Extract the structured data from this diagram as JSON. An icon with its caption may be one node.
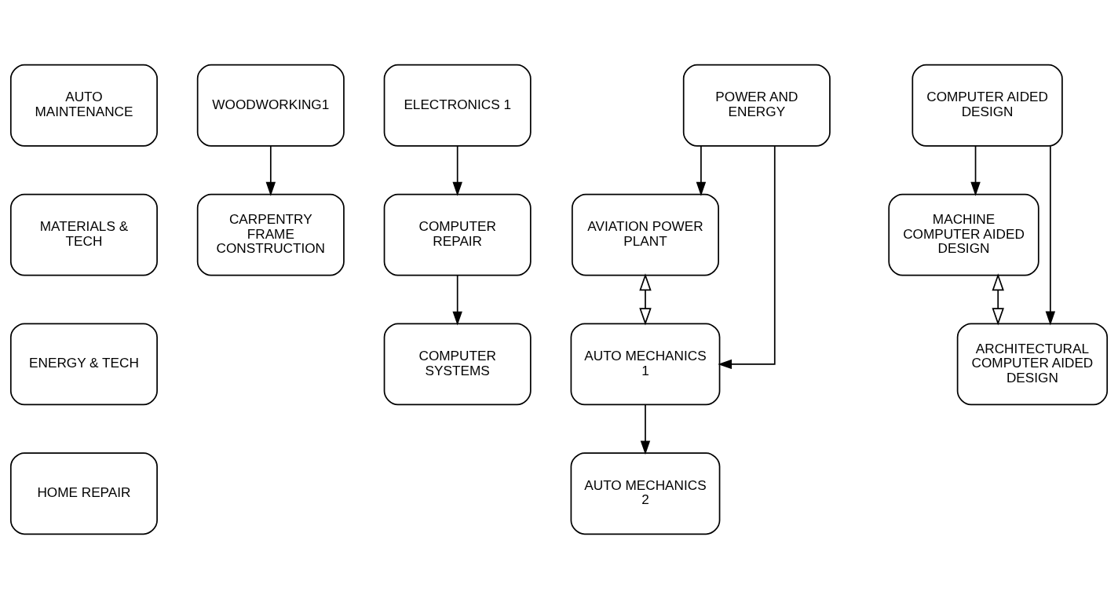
{
  "diagram": {
    "nodes": [
      {
        "text": [
          "AUTO MAINTENANCE"
        ]
      },
      {
        "text": [
          "MATERIALS & TECH"
        ]
      },
      {
        "text": [
          "ENERGY & TECH"
        ]
      },
      {
        "text": [
          "HOME REPAIR"
        ]
      },
      {
        "text": [
          "WOODWORKING1"
        ]
      },
      {
        "text": [
          "CARPENTRY FRAME CONSTRUCTION"
        ]
      },
      {
        "text": [
          "ELECTRONICS 1"
        ]
      },
      {
        "text": [
          "COMPUTER REPAIR"
        ]
      },
      {
        "text": [
          "COMPUTER SYSTEMS"
        ]
      },
      {
        "text": [
          "POWER AND ENERGY"
        ]
      },
      {
        "text": [
          "AVIATION POWER PLANT"
        ]
      },
      {
        "text": [
          "AUTO MECHANICS 1"
        ]
      },
      {
        "text": [
          "AUTO MECHANICS 2"
        ]
      },
      {
        "text": [
          "COMPUTER AIDED DESIGN"
        ]
      },
      {
        "text": [
          "MACHINE COMPUTER AIDED DESIGN"
        ]
      },
      {
        "text": [
          "ARCHITECTURAL COMPUTER AIDED DESIGN"
        ]
      }
    ],
    "edges": [
      {
        "from": 4,
        "to": 5,
        "arrow": "to"
      },
      {
        "from": 6,
        "to": 7,
        "arrow": "to"
      },
      {
        "from": 7,
        "to": 8,
        "arrow": "to"
      },
      {
        "from": 9,
        "to": 11,
        "arrow": "to"
      },
      {
        "from": 9,
        "to": 10,
        "arrow": "to"
      },
      {
        "from": 10,
        "to": 11,
        "arrow": "both"
      },
      {
        "from": 11,
        "to": 12,
        "arrow": "to"
      },
      {
        "from": 13,
        "to": 14,
        "arrow": "to"
      },
      {
        "from": 13,
        "to": 15,
        "arrow": "to"
      },
      {
        "from": 14,
        "to": 15,
        "arrow": "both"
      }
    ]
  }
}
